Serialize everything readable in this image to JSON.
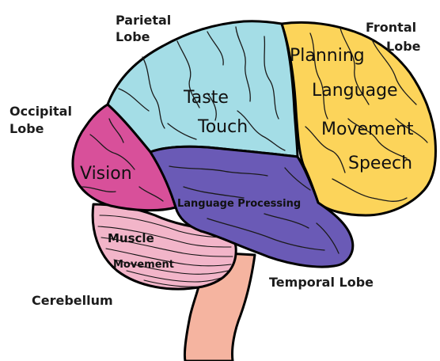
{
  "labels": {
    "parietal_lobe": [
      "Parietal",
      "Lobe"
    ],
    "frontal_lobe": [
      "Frontal",
      "Lobe"
    ],
    "occipital_lobe": [
      "Occipital",
      "Lobe"
    ],
    "temporal_lobe": "Temporal Lobe",
    "cerebellum": "Cerebellum"
  },
  "functions": {
    "frontal": [
      "Planning",
      "Language",
      "Movement",
      "Speech"
    ],
    "parietal": [
      "Taste",
      "Touch"
    ],
    "occipital": [
      "Vision"
    ],
    "temporal": [
      "Language Processing"
    ],
    "cerebellum": [
      "Muscle",
      "Movement"
    ]
  },
  "colors": {
    "frontal": "#fcd45a",
    "parietal": "#a4dde6",
    "occipital": "#d8509a",
    "temporal": "#6a5ab6",
    "cerebellum": "#f2b5c9",
    "brainstem": "#f5b4a0",
    "outline": "#000000"
  }
}
